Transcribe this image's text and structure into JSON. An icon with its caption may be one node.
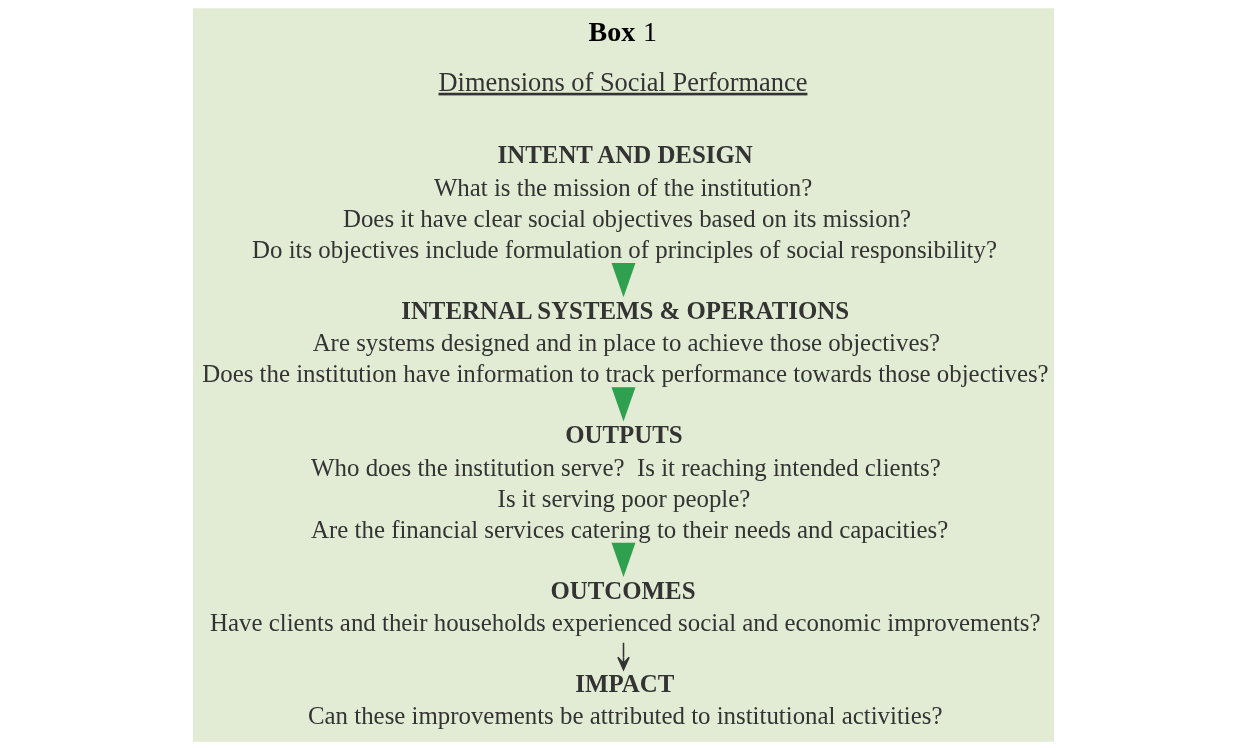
{
  "diagram": {
    "title": "Box 1",
    "nodes": [
      {
        "text": [
          "INTENT AND DESIGN",
          "What is the mission of the institution?",
          "Does it have clear social objectives based on its mission?",
          "Do its objectives include formulation of principles of social responsibility?"
        ]
      },
      {
        "text": [
          "INTERNAL SYSTEMS & OPERATIONS",
          "Are systems designed and in place to achieve those objectives?",
          "Does the institution have information to track performance towards those objectives?"
        ]
      },
      {
        "text": [
          "OUTPUTS",
          "Who does the institution serve?  Is it reaching intended clients?",
          "Is it serving poor people?",
          "Are the financial services catering to their needs and capacities?"
        ]
      },
      {
        "text": [
          "OUTCOMES",
          "Have clients and their households experienced social and economic improvements?"
        ]
      },
      {
        "text": [
          "IMPACT",
          "Can these improvements be attributed to institutional activities?"
        ]
      }
    ],
    "edges": [
      {
        "from": 0,
        "to": 1,
        "arrow": "to"
      },
      {
        "from": 1,
        "to": 2,
        "arrow": "to"
      },
      {
        "from": 2,
        "to": 3,
        "arrow": "to"
      },
      {
        "from": 3,
        "to": 4,
        "arrow": "to",
        "color": "#333333"
      }
    ],
    "labels": [
      "Dimensions of Social Performance"
    ]
  }
}
